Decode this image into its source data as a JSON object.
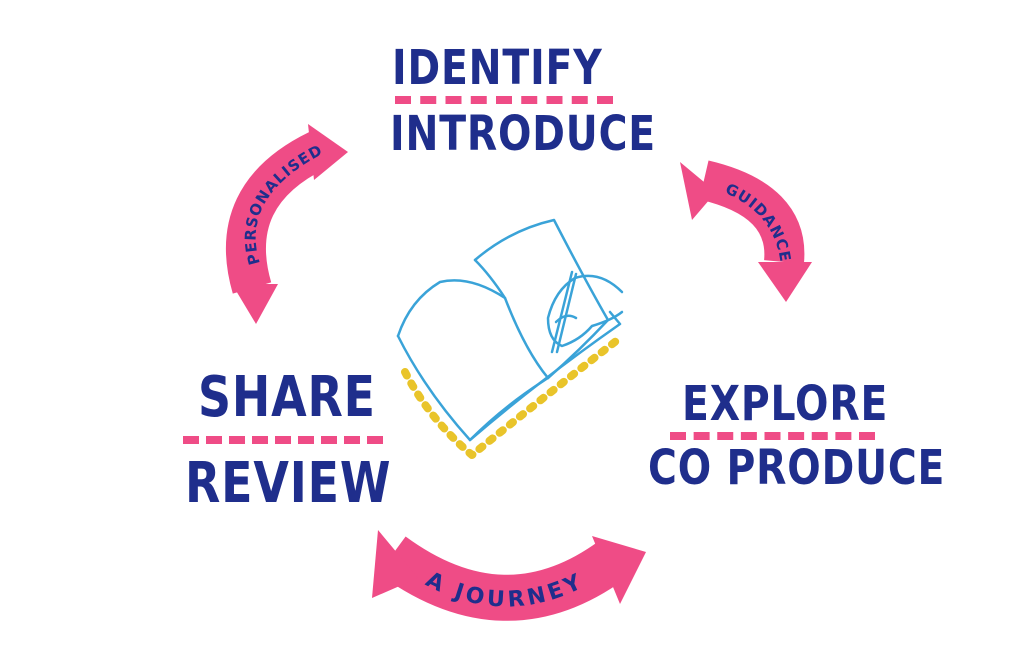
{
  "colors": {
    "navy": "#1f2e8c",
    "pink": "#ef4c86",
    "blue_line": "#3aa3d8",
    "yellow_dot": "#e9c42a"
  },
  "stages": {
    "identify": "IDENTIFY",
    "introduce": "INTRODUCE",
    "explore": "EXPLORE",
    "co_produce": "CO PRODUCE",
    "share": "SHARE",
    "review": "REVIEW"
  },
  "arrows": {
    "personalised": "PERSONALISED",
    "guidance": "GUIDANCE",
    "journey": "A JOURNEY"
  },
  "icons": {
    "center": "notebook-writing-icon"
  }
}
